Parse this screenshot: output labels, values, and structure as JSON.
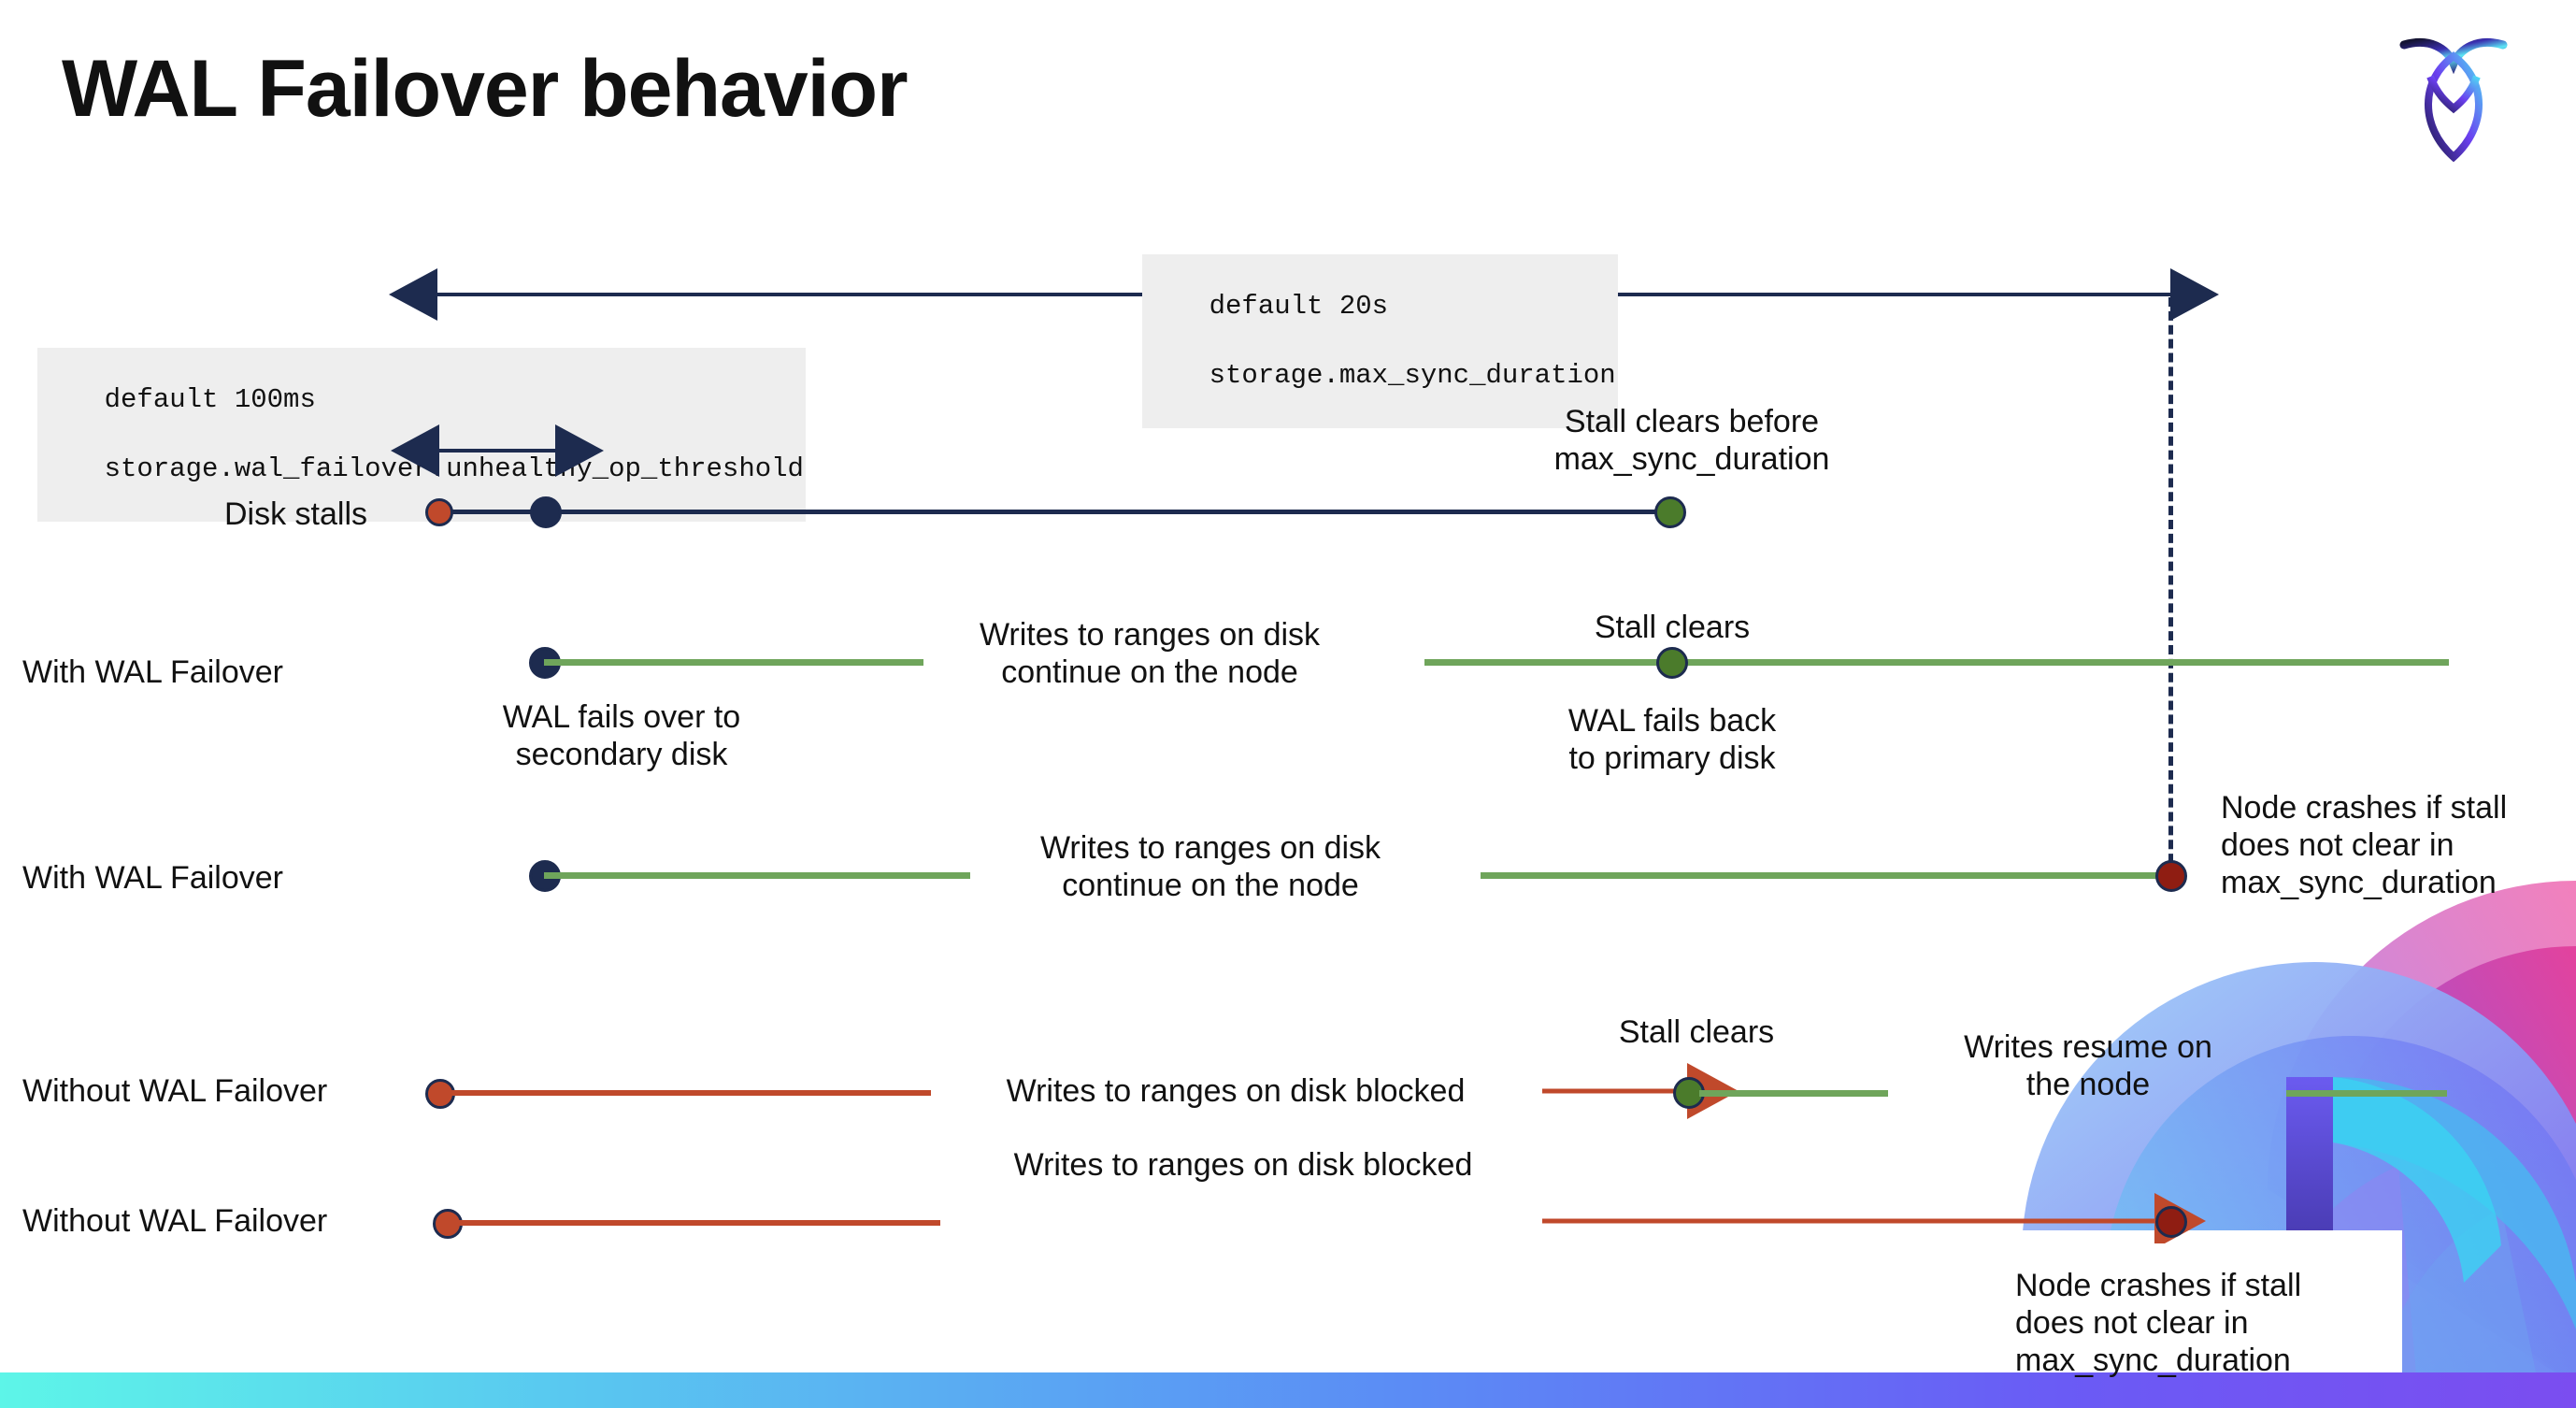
{
  "slide": {
    "title": "WAL Failover behavior",
    "logo_name": "cockroachdb-logo"
  },
  "settings": {
    "max_sync": {
      "default_label": "default 20s",
      "setting_label": "storage.max_sync_duration"
    },
    "unhealthy_op": {
      "default_label": "default 100ms",
      "setting_label": "storage.wal_failover.unhealthy_op_threshold"
    }
  },
  "rows": {
    "disk_stalls": {
      "label": "Disk stalls",
      "note_stall_clears": "Stall clears before\nmax_sync_duration"
    },
    "with_failover_1": {
      "label": "With WAL Failover",
      "note_failover": "WAL fails over to\nsecondary disk",
      "note_writes": "Writes to ranges on disk\ncontinue on the node",
      "note_stall_clears": "Stall clears",
      "note_fails_back": "WAL fails  back\nto primary disk"
    },
    "with_failover_2": {
      "label": "With WAL Failover",
      "note_writes": "Writes to ranges on disk\ncontinue on the node",
      "note_crash": "Node crashes if stall\ndoes not clear in\nmax_sync_duration"
    },
    "without_failover_1": {
      "label": "Without WAL Failover",
      "note_blocked": "Writes to ranges on disk  blocked",
      "note_stall_clears": "Stall clears",
      "note_resume": "Writes resume on\nthe node"
    },
    "without_failover_2": {
      "label": "Without WAL Failover",
      "note_blocked": "Writes to ranges on disk  blocked",
      "note_crash": "Node crashes if stall\ndoes not clear in\nmax_sync_duration"
    }
  },
  "colors": {
    "navy": "#1d2b4f",
    "green_line": "#6fa55b",
    "green_dot": "#4b7b2b",
    "red_line": "#c0492b",
    "red_dot": "#c0492b",
    "dark_red_dot": "#8f1d12",
    "chip_bg": "#eeeeee"
  }
}
